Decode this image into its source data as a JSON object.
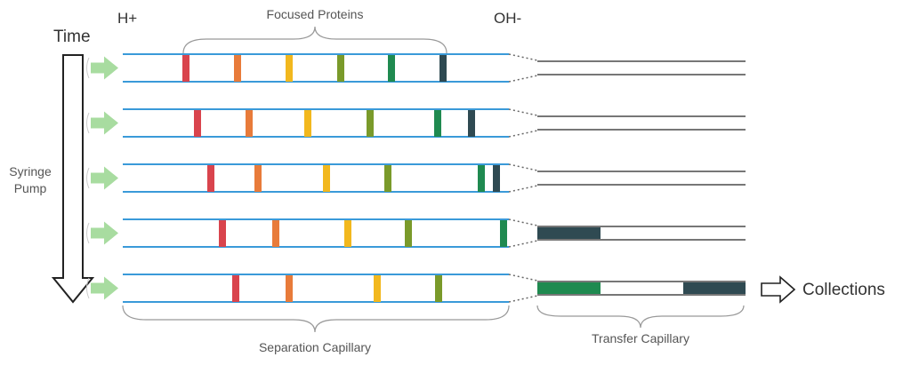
{
  "labels": {
    "h_plus": "H+",
    "oh_minus": "OH-",
    "time": "Time",
    "focused_proteins": "Focused Proteins",
    "syringe_pump_line1": "Syringe",
    "syringe_pump_line2": "Pump",
    "separation_capillary": "Separation Capillary",
    "transfer_capillary": "Transfer Capillary",
    "collections": "Collections"
  },
  "colors": {
    "capillary_wall": "#3a9ad9",
    "transfer_wall": "#777777",
    "pump_arrow": "#a8dca0",
    "protein_red": "#d9444d",
    "protein_orange": "#e87b3a",
    "protein_yellow": "#f2b81e",
    "protein_olive": "#7a9a2a",
    "protein_green": "#1f8a50",
    "protein_dark": "#2f4a52",
    "brace": "#999999"
  },
  "capillary_rows": [
    {
      "proteins": [
        "red",
        "orange",
        "yellow",
        "olive",
        "green",
        "dark"
      ],
      "transfer": []
    },
    {
      "proteins": [
        "red",
        "orange",
        "yellow",
        "olive",
        "green",
        "dark"
      ],
      "transfer": []
    },
    {
      "proteins": [
        "red",
        "orange",
        "yellow",
        "olive",
        "green",
        "dark"
      ],
      "transfer": []
    },
    {
      "proteins": [
        "red",
        "orange",
        "yellow",
        "olive",
        "green"
      ],
      "transfer": [
        "dark"
      ]
    },
    {
      "proteins": [
        "red",
        "orange",
        "yellow",
        "olive"
      ],
      "transfer": [
        "green",
        "dark"
      ]
    }
  ]
}
